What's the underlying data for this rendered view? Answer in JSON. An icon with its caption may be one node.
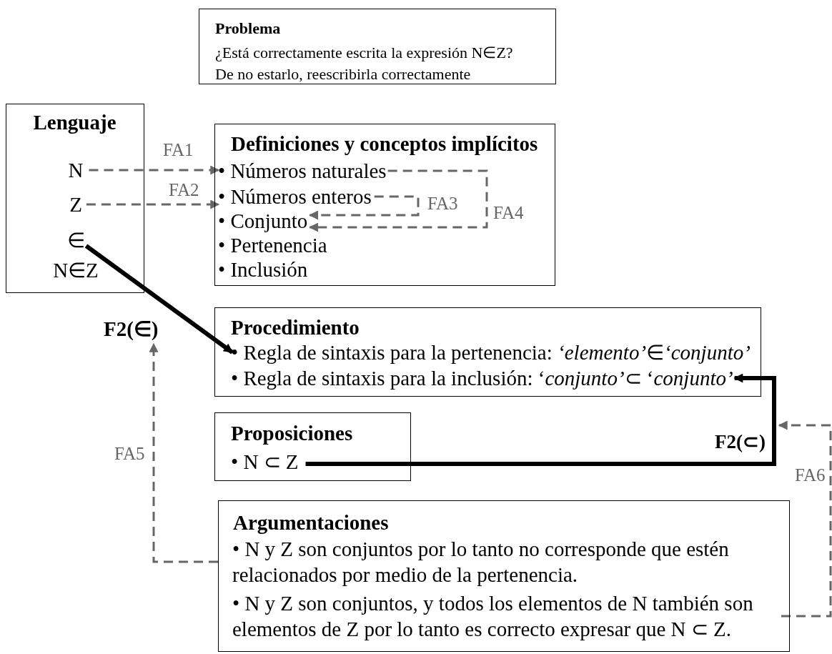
{
  "diagram": {
    "nodes": [
      {
        "text": [
          "Problema",
          "¿Está correctamente escrita la expresión N∈Z?",
          "De no estarlo, reescribirla correctamente"
        ]
      },
      {
        "text": [
          "Lenguaje"
        ]
      },
      {
        "text": [
          "N"
        ],
        "in": 1
      },
      {
        "text": [
          "Z"
        ],
        "in": 1
      },
      {
        "text": [
          "∈"
        ],
        "in": 1
      },
      {
        "text": [
          "N∈Z"
        ],
        "in": 1
      },
      {
        "text": [
          "Definiciones y conceptos implícitos"
        ]
      },
      {
        "text": [
          "• Números naturales"
        ],
        "in": 6
      },
      {
        "text": [
          "• Números enteros"
        ],
        "in": 6
      },
      {
        "text": [
          "• Conjunto"
        ],
        "in": 6
      },
      {
        "text": [
          "• Pertenencia"
        ],
        "in": 6
      },
      {
        "text": [
          "• Inclusión"
        ],
        "in": 6
      },
      {
        "text": [
          "Procedimiento"
        ]
      },
      {
        "text": [
          "• Regla de sintaxis para la pertenencia: *‘elemento’*∈*‘conjunto’*"
        ],
        "in": 12
      },
      {
        "text": [
          "• Regla de sintaxis para la inclusión: ‘*conjunto’*⊂ ‘*conjunto’*"
        ],
        "in": 12
      },
      {
        "text": [
          "Proposiciones"
        ]
      },
      {
        "text": [
          "• N ⊂ Z"
        ],
        "in": 15
      },
      {
        "text": [
          "Argumentaciones"
        ]
      },
      {
        "text": [
          "• N y Z son conjuntos por lo tanto no corresponde que estén relacionados por medio de la pertenencia."
        ],
        "in": 17
      },
      {
        "text": [
          "• N y Z son conjuntos, y todos los elementos de N también son elementos de Z por lo tanto es correcto expresar que N ⊂ Z."
        ],
        "in": 17
      },
      {
        "text": [
          "F2(∈)"
        ]
      }
    ],
    "edges": [
      {
        "from": 2,
        "to": 7,
        "arrow": "to",
        "label": "FA1",
        "style": "dashed"
      },
      {
        "from": 3,
        "to": 8,
        "arrow": "to",
        "label": "FA2",
        "style": "dashed"
      },
      {
        "from": 8,
        "to": 9,
        "arrow": "to",
        "label": "FA3",
        "style": "dashed"
      },
      {
        "from": 7,
        "to": 9,
        "arrow": "to",
        "label": "FA4",
        "style": "dashed"
      },
      {
        "from": 4,
        "to": 13,
        "arrow": "to",
        "style": "thick",
        "color": "#000000"
      },
      {
        "from": 16,
        "to": 14,
        "arrow": "to",
        "label": "F2(⊂)",
        "style": "thick",
        "color": "#000000"
      },
      {
        "from": 18,
        "to": 20,
        "arrow": "to",
        "label": "FA5",
        "style": "dashed"
      },
      {
        "from": 19,
        "to": null,
        "arrow": "to",
        "label": "FA6",
        "style": "dashed"
      }
    ]
  }
}
